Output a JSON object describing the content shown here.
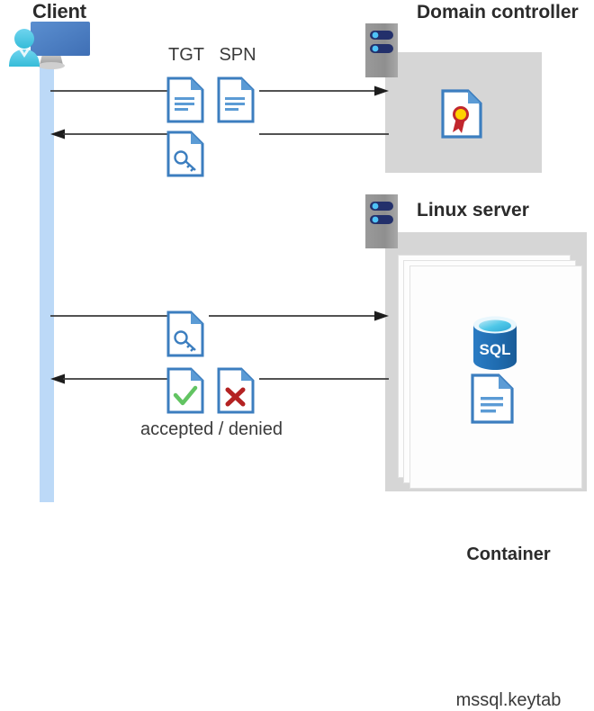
{
  "diagram": {
    "type": "sequence-architecture",
    "title_texts": {
      "client": "Client",
      "domain_controller": "Domain controller",
      "linux_server": "Linux server",
      "container": "Container"
    },
    "labels": {
      "tgt": "TGT",
      "spn": "SPN",
      "accepted_denied": "accepted / denied",
      "keytab_file": "mssql.keytab"
    },
    "icons": {
      "client": "client-workstation-icon",
      "server": "server-rack-icon",
      "certificate": "certificate-document-icon",
      "ticket_key": "key-document-icon",
      "text_document": "text-document-icon",
      "accepted": "check-document-icon",
      "denied": "x-document-icon",
      "database": "sql-database-icon"
    },
    "messages": [
      {
        "id": "msg-1",
        "direction": "right",
        "from": "Client",
        "to": "Domain controller",
        "payload": [
          "TGT",
          "SPN"
        ]
      },
      {
        "id": "msg-2",
        "direction": "left",
        "from": "Domain controller",
        "to": "Client",
        "payload": [
          "service-ticket"
        ]
      },
      {
        "id": "msg-3",
        "direction": "right",
        "from": "Client",
        "to": "Linux server",
        "payload": [
          "service-ticket"
        ]
      },
      {
        "id": "msg-4",
        "direction": "left",
        "from": "Linux server",
        "to": "Client",
        "payload": [
          "accepted",
          "denied"
        ]
      }
    ],
    "colors": {
      "panel_gray": "#d6d6d6",
      "lifeline_blue": "#bcd9f7",
      "doc_blue": "#3c7ebf",
      "doc_fold_blue": "#5b9bd5",
      "accent_green": "#62c462",
      "accent_red": "#b42222",
      "cert_gold": "#ffd200",
      "cert_ribbon_red": "#c1272d",
      "sql_blue": "#1f6cb0",
      "sql_top_cyan": "#50c8e8",
      "server_navy": "#1f2e66",
      "server_gray": "#8c8c8c",
      "arrow_black": "#3a3a3a",
      "text_dark": "#2b2b2b"
    }
  }
}
